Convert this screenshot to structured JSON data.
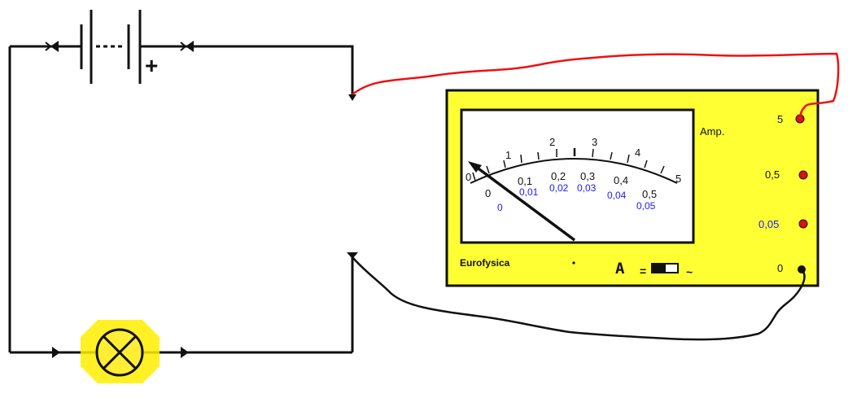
{
  "battery": {
    "plus_label": "+"
  },
  "ammeter": {
    "brand": "Eurofysica",
    "unit_label": "Amp.",
    "mode_label": "A",
    "dc_symbol": "=",
    "ac_symbol": "~",
    "scale": {
      "row1": [
        "0",
        "1",
        "2",
        "3",
        "4",
        "5"
      ],
      "row2": [
        "0",
        "0,1",
        "0,2",
        "0,3",
        "0,4",
        "0,5"
      ],
      "row3": [
        "0",
        "0,01",
        "0,02",
        "0,03",
        "0,04",
        "0,05"
      ]
    },
    "terminals": [
      {
        "label": "5",
        "color": "#dd1111"
      },
      {
        "label": "0,5",
        "color": "#dd1111"
      },
      {
        "label": "0,05",
        "color": "#dd1111"
      },
      {
        "label": "0",
        "color": "#111111"
      }
    ]
  },
  "colors": {
    "meter_body": "#ffff33",
    "meter_face": "#ffffff",
    "scale_blue": "#1a1aff",
    "red_wire": "#ee1111",
    "wire": "#111111",
    "lamp_glow": "#ffee00"
  }
}
